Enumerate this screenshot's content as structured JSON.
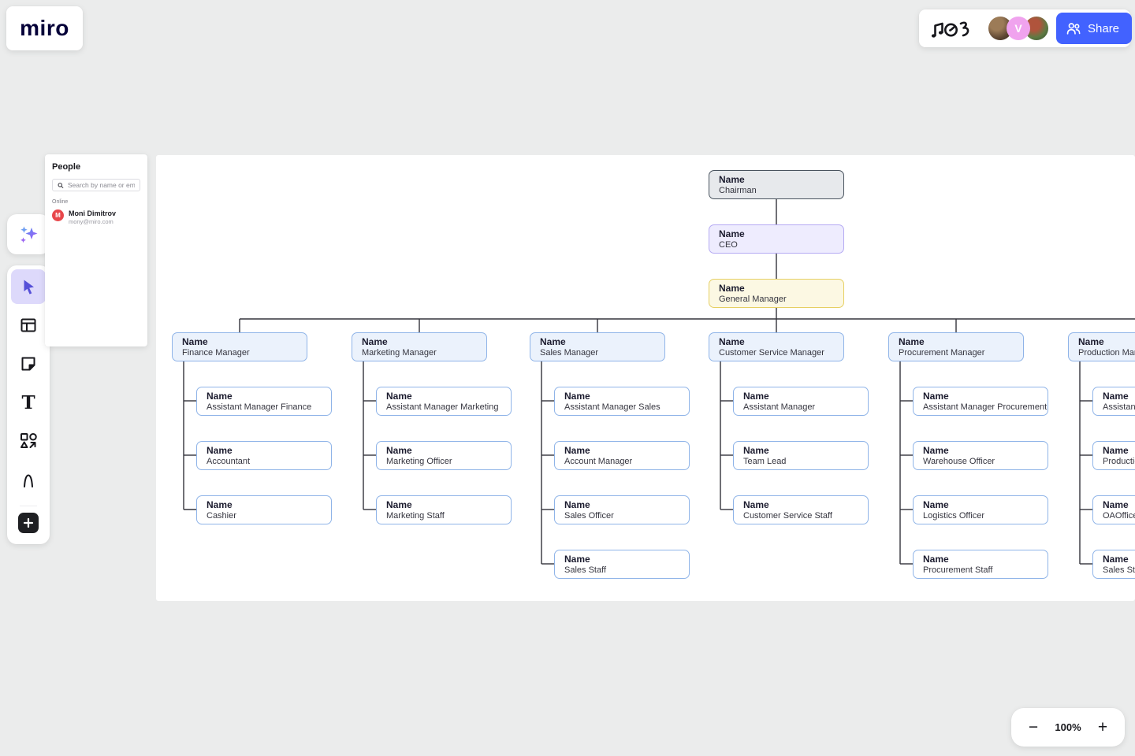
{
  "app": {
    "logo": "miro"
  },
  "topbar": {
    "share_label": "Share",
    "avatar_v_initial": "V",
    "icons": [
      "reactions-doodle-icon",
      "avatar",
      "avatar-v",
      "avatar",
      "share-people-icon"
    ]
  },
  "people_panel": {
    "title": "People",
    "search_placeholder": "Search by name or email",
    "online_label": "Online",
    "user": {
      "initial": "M",
      "name": "Moni Dimitrov",
      "email": "mony@miro.com"
    }
  },
  "toolbar": {
    "tools": [
      "ai-assist",
      "select",
      "templates",
      "sticky-note",
      "text",
      "shapes",
      "pen",
      "add-more"
    ],
    "text_tool_glyph": "T",
    "active_tool": "select"
  },
  "zoom_control": {
    "minus": "−",
    "level": "100%",
    "plus": "+"
  },
  "org_chart": {
    "name_label": "Name",
    "top_chain": [
      {
        "id": "chairman",
        "role": "Chairman",
        "variant": "gray"
      },
      {
        "id": "ceo",
        "role": "CEO",
        "variant": "purple"
      },
      {
        "id": "general-manager",
        "role": "General Manager",
        "variant": "yellow"
      }
    ],
    "branches": [
      {
        "manager_role": "Finance Manager",
        "children": [
          "Assistant Manager Finance",
          "Accountant",
          "Cashier"
        ]
      },
      {
        "manager_role": "Marketing Manager",
        "children": [
          "Assistant Manager Marketing",
          "Marketing Officer",
          "Marketing Staff"
        ]
      },
      {
        "manager_role": "Sales Manager",
        "children": [
          "Assistant Manager Sales",
          "Account Manager",
          "Sales Officer",
          "Sales Staff"
        ]
      },
      {
        "manager_role": "Customer Service Manager",
        "children": [
          "Assistant Manager",
          "Team Lead",
          "Customer Service Staff"
        ]
      },
      {
        "manager_role": "Procurement Manager",
        "children": [
          "Assistant Manager Procurement",
          "Warehouse Officer",
          "Logistics Officer",
          "Procurement Staff"
        ]
      },
      {
        "manager_role": "Production Manager",
        "children": [
          "Assistant Manager Production",
          "Production Officer",
          "OAOfficer",
          "Sales Staff"
        ]
      }
    ]
  },
  "colors": {
    "board_background": "#ebecec",
    "share_button": "#4262ff",
    "node_manager_fill": "#ebf2fc",
    "node_border_blue": "#8fb4e8",
    "node_gray_fill": "#e7e9ec",
    "node_purple_fill": "#eeecfe",
    "node_yellow_fill": "#fcf8e3",
    "connector": "#33333b",
    "active_tool_bg": "#ddd9fb",
    "people_avatar": "#e8474b"
  }
}
